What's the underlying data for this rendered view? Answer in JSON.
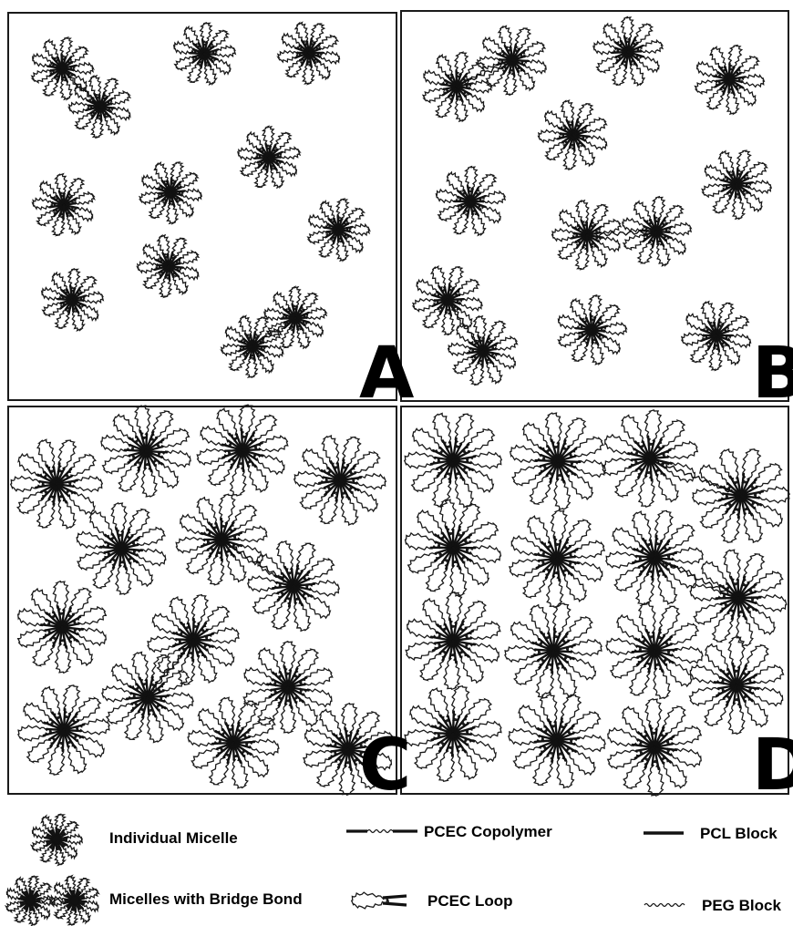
{
  "panels": [
    {
      "label": "A"
    },
    {
      "label": "B"
    },
    {
      "label": "C"
    },
    {
      "label": "D"
    }
  ],
  "legend": {
    "individual_micelle": "Individual Micelle",
    "bridged_micelles": "Micelles with Bridge Bond",
    "pcec_copolymer": "PCEC Copolymer",
    "pcec_loop": "PCEC Loop",
    "pcl_block": "PCL Block",
    "peg_block": "PEG Block"
  },
  "colors": {
    "ink": "#111111",
    "background": "#ffffff"
  }
}
